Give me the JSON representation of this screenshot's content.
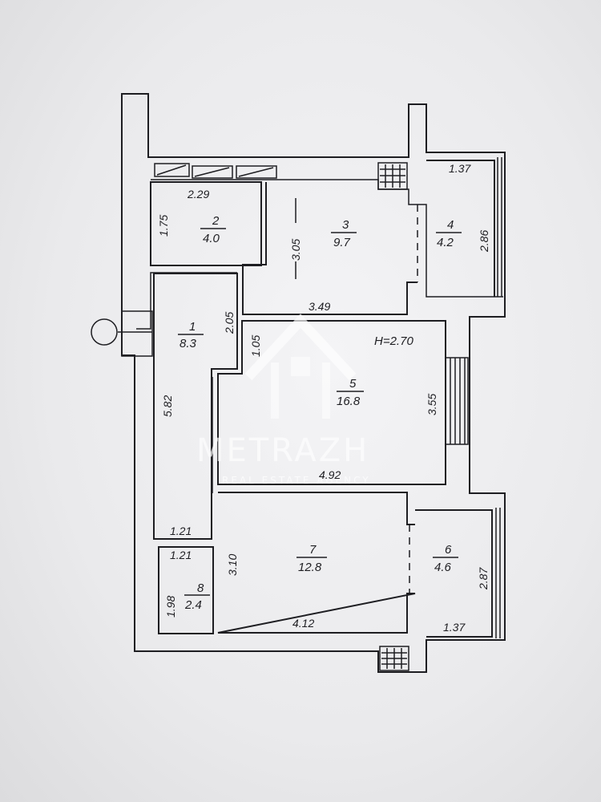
{
  "plan": {
    "height_label": "H=2.70",
    "rooms": [
      {
        "number": "1",
        "area": "8.3"
      },
      {
        "number": "2",
        "area": "4.0"
      },
      {
        "number": "3",
        "area": "9.7"
      },
      {
        "number": "4",
        "area": "4.2"
      },
      {
        "number": "5",
        "area": "16.8"
      },
      {
        "number": "6",
        "area": "4.6"
      },
      {
        "number": "7",
        "area": "12.8"
      },
      {
        "number": "8",
        "area": "2.4"
      }
    ],
    "dimensions": [
      "2.29",
      "1.75",
      "3.05",
      "1.37",
      "2.86",
      "3.49",
      "2.05",
      "1.05",
      "5.82",
      "3.55",
      "4.92",
      "1.21",
      "1.21",
      "1.98",
      "3.10",
      "4.12",
      "2.87",
      "1.37"
    ]
  },
  "watermark": {
    "brand": "METRAZH",
    "tagline": "REAL ESTATE AGENCY"
  }
}
